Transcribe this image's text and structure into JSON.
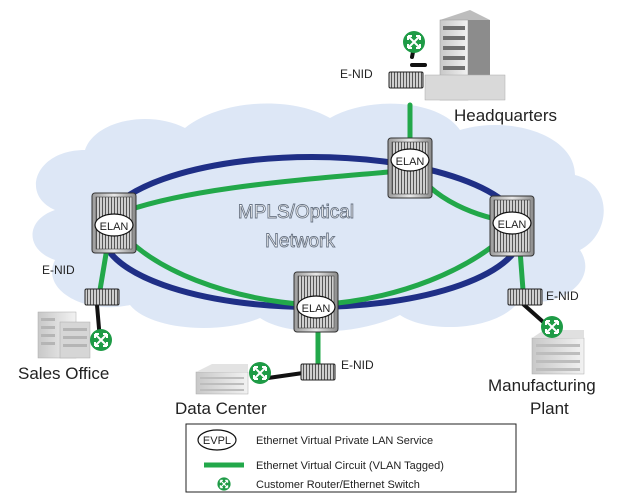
{
  "network": {
    "title_line1": "MPLS/Optical",
    "title_line2": "Network"
  },
  "nodes": {
    "elan_label": "ELAN",
    "enid_label": "E-NID"
  },
  "sites": {
    "headquarters": "Headquarters",
    "sales_office": "Sales Office",
    "data_center": "Data Center",
    "manufacturing_line1": "Manufacturing",
    "manufacturing_line2": "Plant"
  },
  "legend": {
    "evpl_symbol": "EVPL",
    "evpl_text": "Ethernet Virtual Private LAN Service",
    "circuit_text": "Ethernet Virtual Circuit  (VLAN Tagged)",
    "switch_text": "Customer Router/Ethernet Switch"
  },
  "colors": {
    "ring": "#1f2f86",
    "circuit": "#22a84a",
    "cloud": "#dde7f6",
    "switch_green": "#1e9b46"
  }
}
